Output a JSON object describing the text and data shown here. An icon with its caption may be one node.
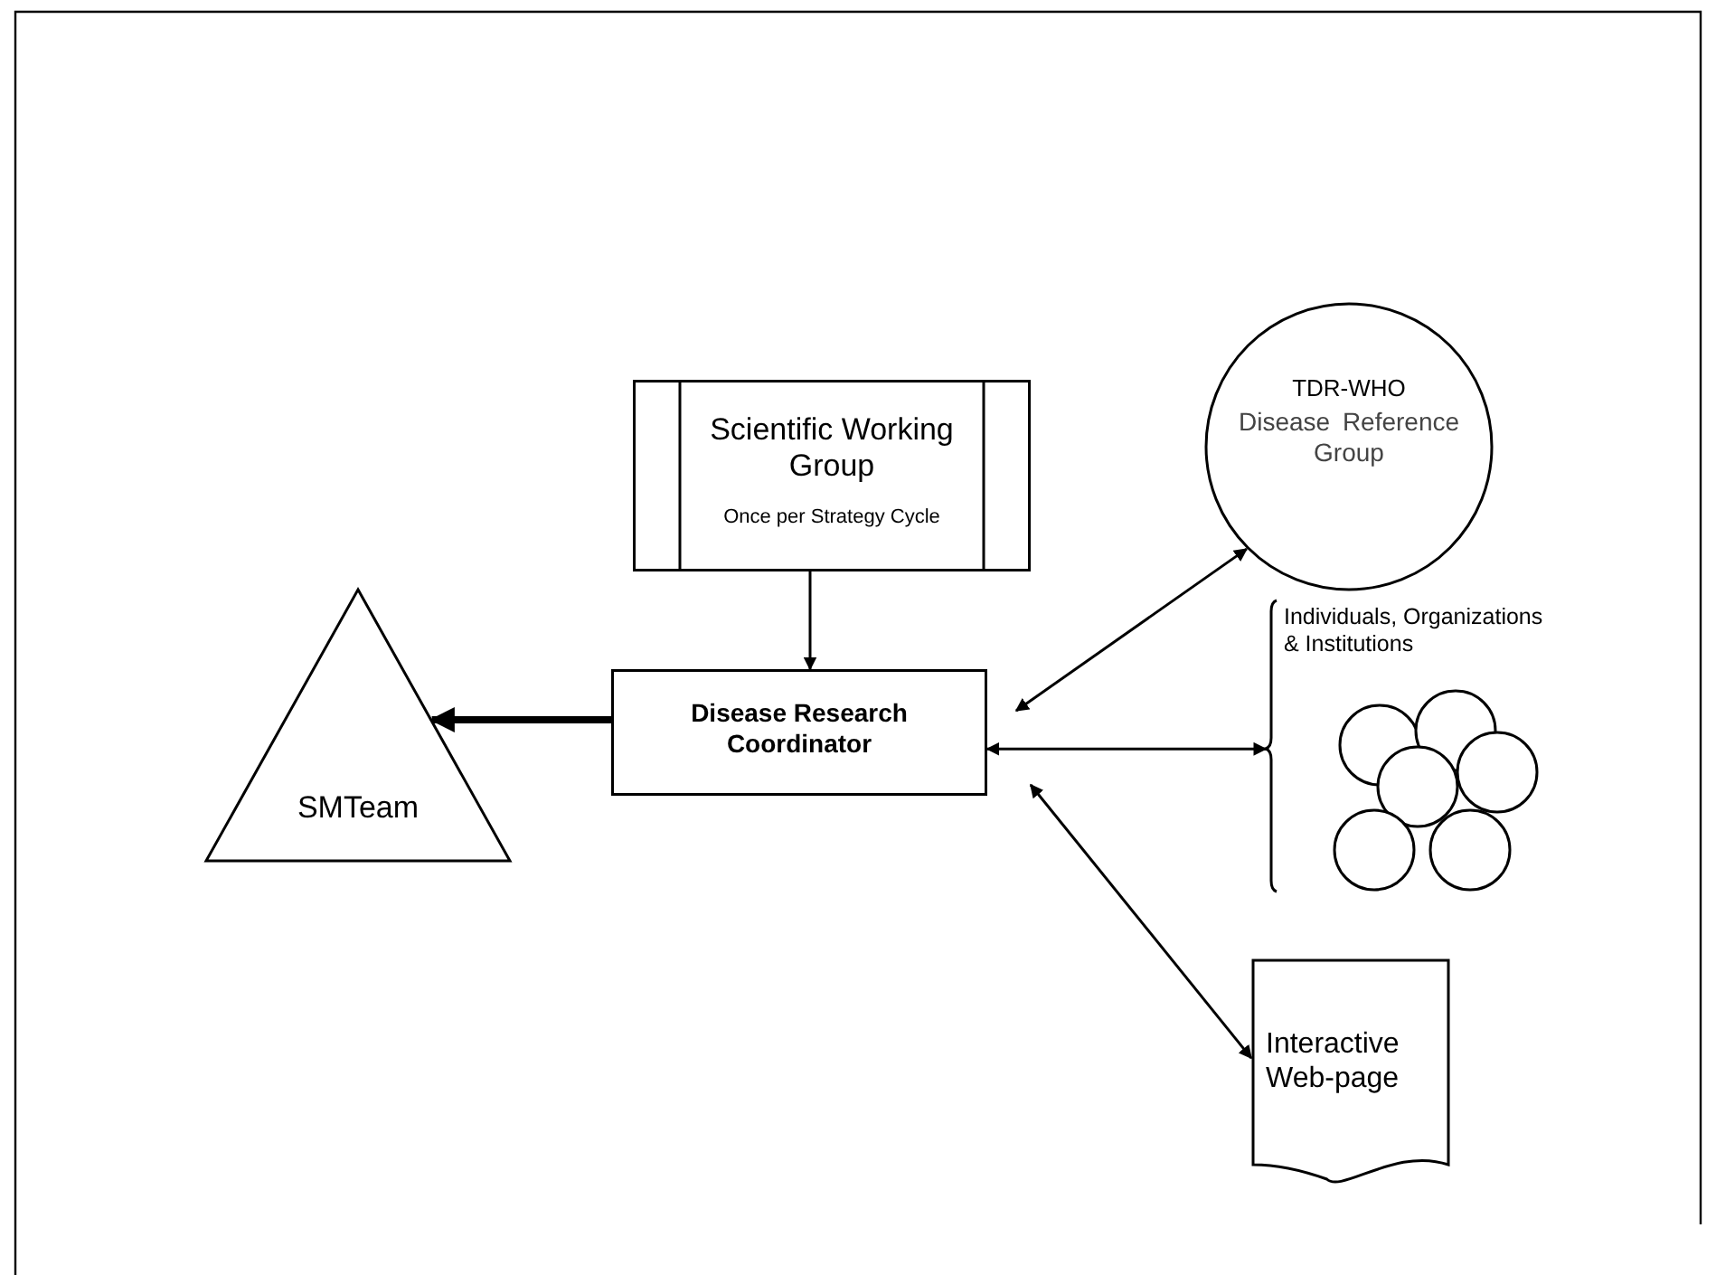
{
  "diagram": {
    "nodes": [
      {
        "text": [
          "Scientific Working Group",
          "Once per Strategy Cycle"
        ]
      },
      {
        "text": [
          "Disease Research Coordinator"
        ]
      },
      {
        "text": [
          "SMTeam"
        ]
      },
      {
        "text": [
          "TDR-WHO",
          "Disease Reference Group"
        ]
      },
      {
        "text": [
          "Individuals, Organizations & Institutions"
        ]
      },
      {
        "text": [
          "Interactive Web-page"
        ]
      }
    ],
    "edges": [
      {
        "from": 0,
        "to": 1,
        "arrow": "to"
      },
      {
        "from": 1,
        "to": 2,
        "arrow": "to",
        "style": "thick"
      },
      {
        "from": 1,
        "to": 3,
        "arrow": "both"
      },
      {
        "from": 1,
        "to": 4,
        "arrow": "both"
      },
      {
        "from": 1,
        "to": 5,
        "arrow": "both"
      }
    ]
  }
}
